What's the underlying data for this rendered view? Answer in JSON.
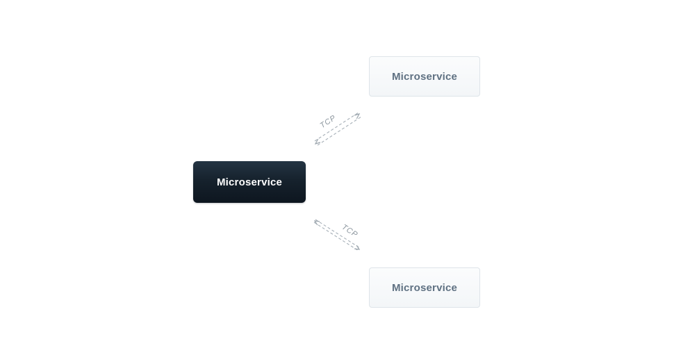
{
  "diagram": {
    "nodes": {
      "left": {
        "label": "Microservice",
        "variant": "dark"
      },
      "top_right": {
        "label": "Microservice",
        "variant": "light"
      },
      "bottom_right": {
        "label": "Microservice",
        "variant": "light"
      }
    },
    "edges": {
      "top": {
        "label": "TCP",
        "style": "dashed",
        "direction": "bidirectional"
      },
      "bottom": {
        "label": "TCP",
        "style": "dashed",
        "direction": "bidirectional"
      }
    },
    "colors": {
      "dark_node_bg": "#16222d",
      "dark_node_text": "#ffffff",
      "light_node_bg": "#f7f9fb",
      "light_node_border": "#dee4e9",
      "light_node_text": "#5f7182",
      "edge": "#a6afb7",
      "edge_label": "#8b959d",
      "background": "#ffffff"
    }
  }
}
